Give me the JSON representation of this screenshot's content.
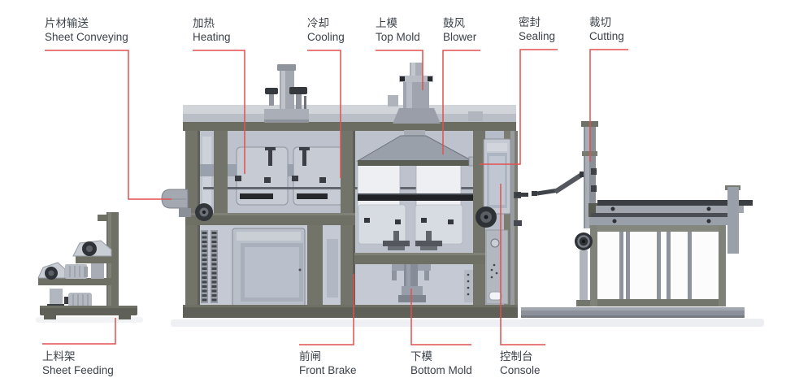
{
  "labels": {
    "sheet_conveying": {
      "zh": "片材输送",
      "en": "Sheet Conveying"
    },
    "heating": {
      "zh": "加热",
      "en": "Heating"
    },
    "cooling": {
      "zh": "冷却",
      "en": "Cooling"
    },
    "top_mold": {
      "zh": "上模",
      "en": "Top Mold"
    },
    "blower": {
      "zh": "鼓风",
      "en": "Blower"
    },
    "sealing": {
      "zh": "密封",
      "en": "Sealing"
    },
    "cutting": {
      "zh": "裁切",
      "en": "Cutting"
    },
    "sheet_feeding": {
      "zh": "上料架",
      "en": "Sheet Feeding"
    },
    "front_brake": {
      "zh": "前闸",
      "en": "Front Brake"
    },
    "bottom_mold": {
      "zh": "下模",
      "en": "Bottom Mold"
    },
    "console": {
      "zh": "控制台",
      "en": "Console"
    }
  },
  "colors": {
    "leader_line": "#e2514f",
    "label_text": "#3c4249",
    "machine_frame": "#6b6d62",
    "machine_body": "#bdc2cd",
    "background": "#ffffff"
  }
}
